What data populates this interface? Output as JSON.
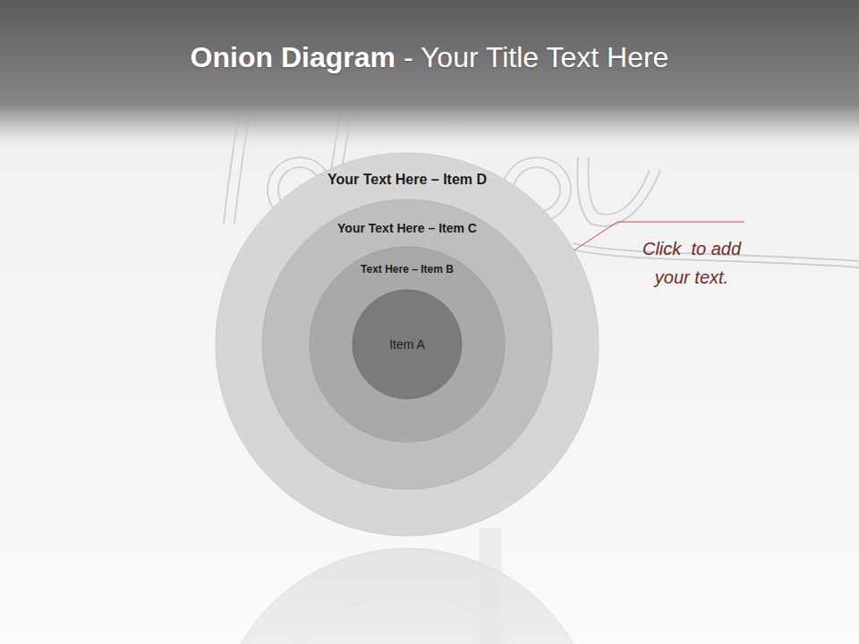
{
  "diagram": {
    "title": "Onion Diagram",
    "nodes": [
      {
        "text": [
          "Your Text Here – Item D"
        ]
      },
      {
        "text": [
          "Your Text Here – Item C"
        ],
        "in": 0
      },
      {
        "text": [
          "Text Here – Item B"
        ],
        "in": 1
      },
      {
        "text": [
          "Item A"
        ],
        "in": 2
      }
    ],
    "labels": [
      "- Your Title Text Here",
      "Click  to add your text."
    ]
  }
}
